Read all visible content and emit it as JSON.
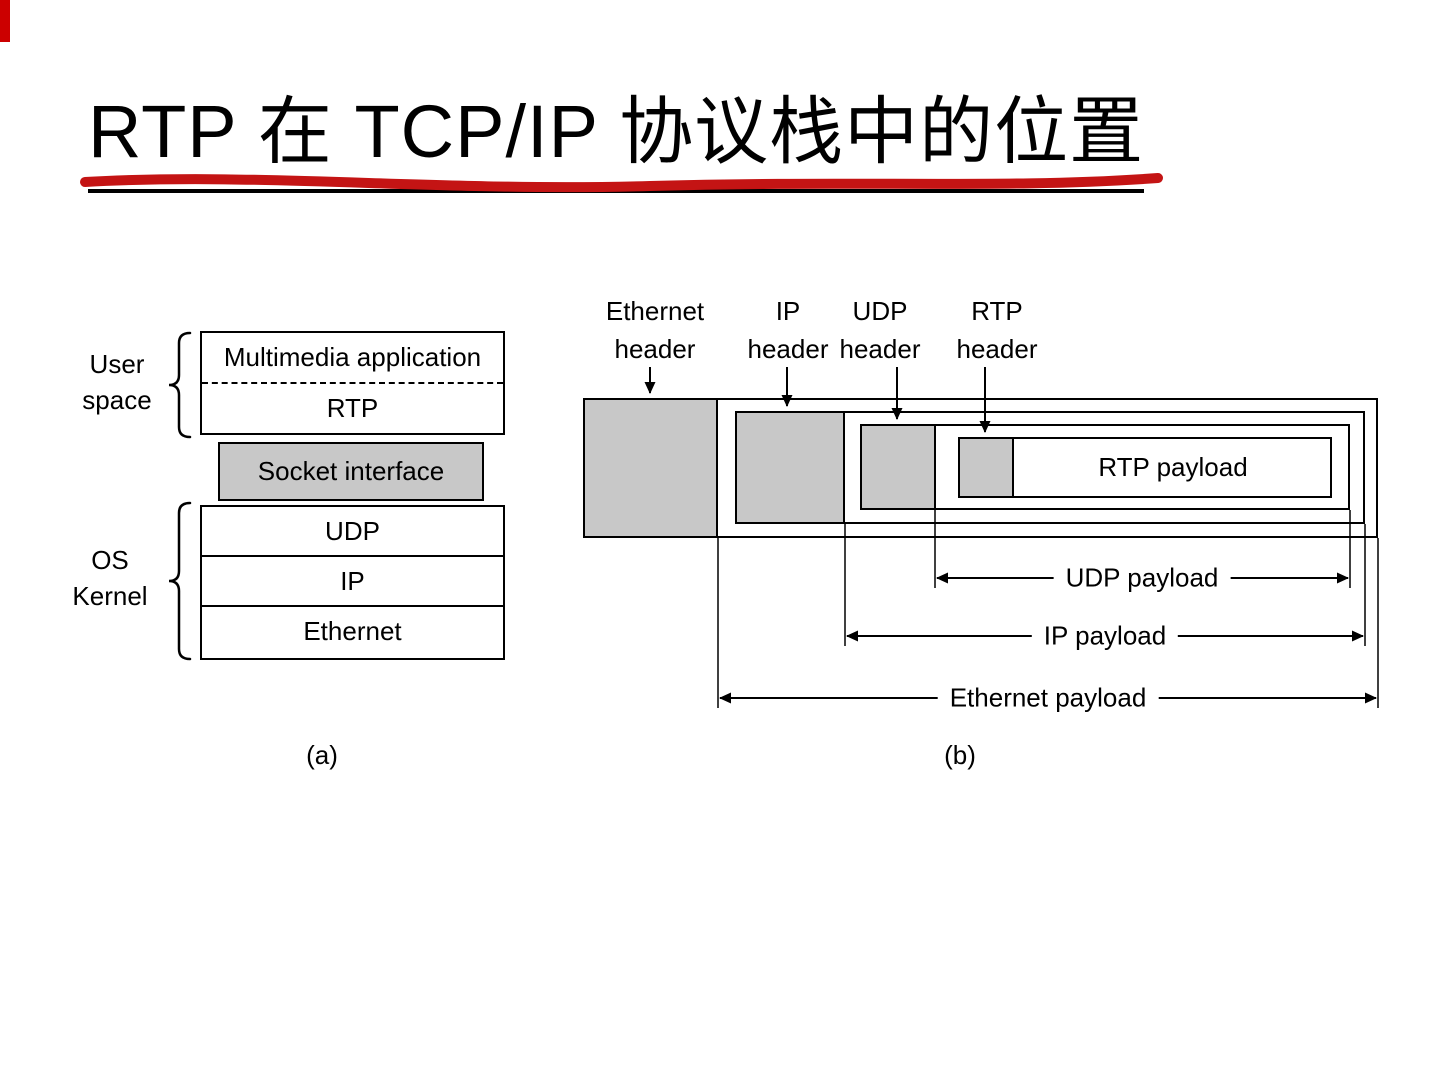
{
  "slide": {
    "title": "RTP 在 TCP/IP 协议栈中的位置"
  },
  "colors": {
    "header_fill": "#c8c8c8",
    "marker_red": "#c41414",
    "corner_red": "#cc0000",
    "line": "#000000",
    "background": "#ffffff"
  },
  "stack": {
    "user_space_label": "User\nspace",
    "os_kernel_label": "OS\nKernel",
    "layers": {
      "multimedia": "Multimedia application",
      "rtp": "RTP",
      "socket": "Socket interface",
      "udp": "UDP",
      "ip": "IP",
      "ethernet": "Ethernet"
    },
    "caption": "(a)"
  },
  "packet": {
    "header_labels": {
      "ethernet": "Ethernet\nheader",
      "ip": "IP\nheader",
      "udp": "UDP\nheader",
      "rtp": "RTP\nheader"
    },
    "rtp_payload": "RTP payload",
    "payload_labels": {
      "udp": "UDP payload",
      "ip": "IP payload",
      "ethernet": "Ethernet payload"
    },
    "caption": "(b)"
  }
}
